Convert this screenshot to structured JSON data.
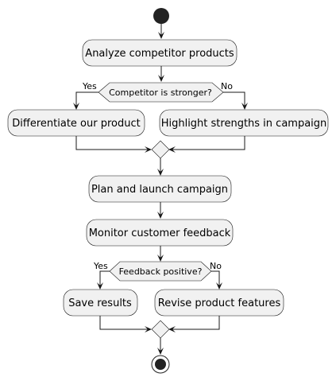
{
  "diagram": {
    "type": "activity",
    "activities": {
      "analyze": "Analyze competitor products",
      "differentiate": "Differentiate our product",
      "highlight": "Highlight strengths in campaign",
      "plan": "Plan and launch campaign",
      "monitor": "Monitor customer feedback",
      "save": "Save results",
      "revise": "Revise product features"
    },
    "decisions": {
      "competitor": {
        "question": "Competitor is stronger?",
        "yes": "Yes",
        "no": "No"
      },
      "feedback": {
        "question": "Feedback positive?",
        "yes": "Yes",
        "no": "No"
      }
    }
  }
}
